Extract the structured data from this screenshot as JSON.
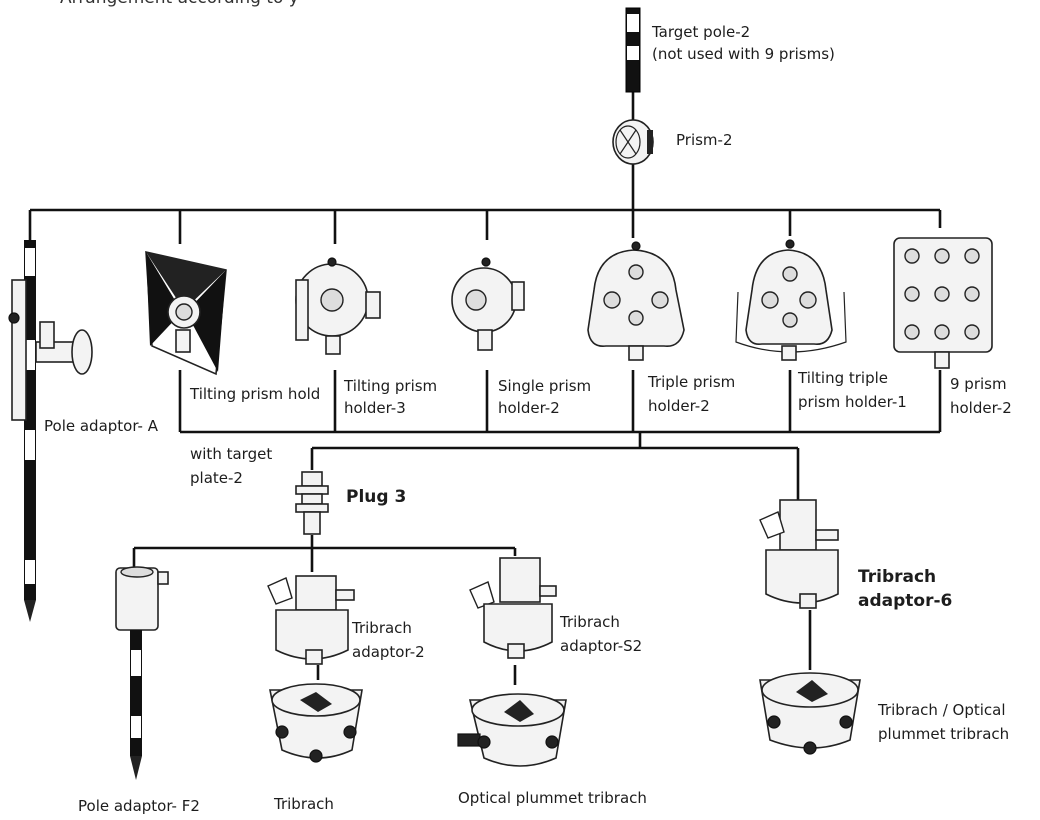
{
  "header": {
    "text": "Arrangement according to y"
  },
  "labels": {
    "target_pole": "Target pole-2",
    "target_pole_note": "(not used with 9 prisms)",
    "prism": "Prism-2",
    "pole_adaptor_a": "Pole adaptor- A",
    "tilting_prism_holder_trunc": "Tilting prism hold",
    "with_target": "with target",
    "plate": "plate-2",
    "tilting_prism_holder3_a": "Tilting prism",
    "tilting_prism_holder3_b": "holder-3",
    "single_prism_a": "Single  prism",
    "single_prism_b": "holder-2",
    "triple_prism_a": "Triple  prism",
    "triple_prism_b": "holder-2",
    "tilting_triple_a": "Tilting triple",
    "tilting_triple_b": "prism holder-1",
    "nine_prism_a": "9 prism",
    "nine_prism_b": "holder-2",
    "plug3": "Plug 3",
    "tribrach_adaptor6_a": "Tribrach",
    "tribrach_adaptor6_b": "adaptor-6",
    "tribrach_adaptor2_a": "Tribrach",
    "tribrach_adaptor2_b": "adaptor-2",
    "tribrach_adaptorS2_a": "Tribrach",
    "tribrach_adaptorS2_b": "adaptor-S2",
    "tribrach_optical_a": "Tribrach / Optical",
    "tribrach_optical_b": "plummet tribrach",
    "pole_adaptor_f2": "Pole adaptor- F2",
    "tribrach": "Tribrach",
    "optical_plummet_tribrach": "Optical plummet tribrach"
  }
}
